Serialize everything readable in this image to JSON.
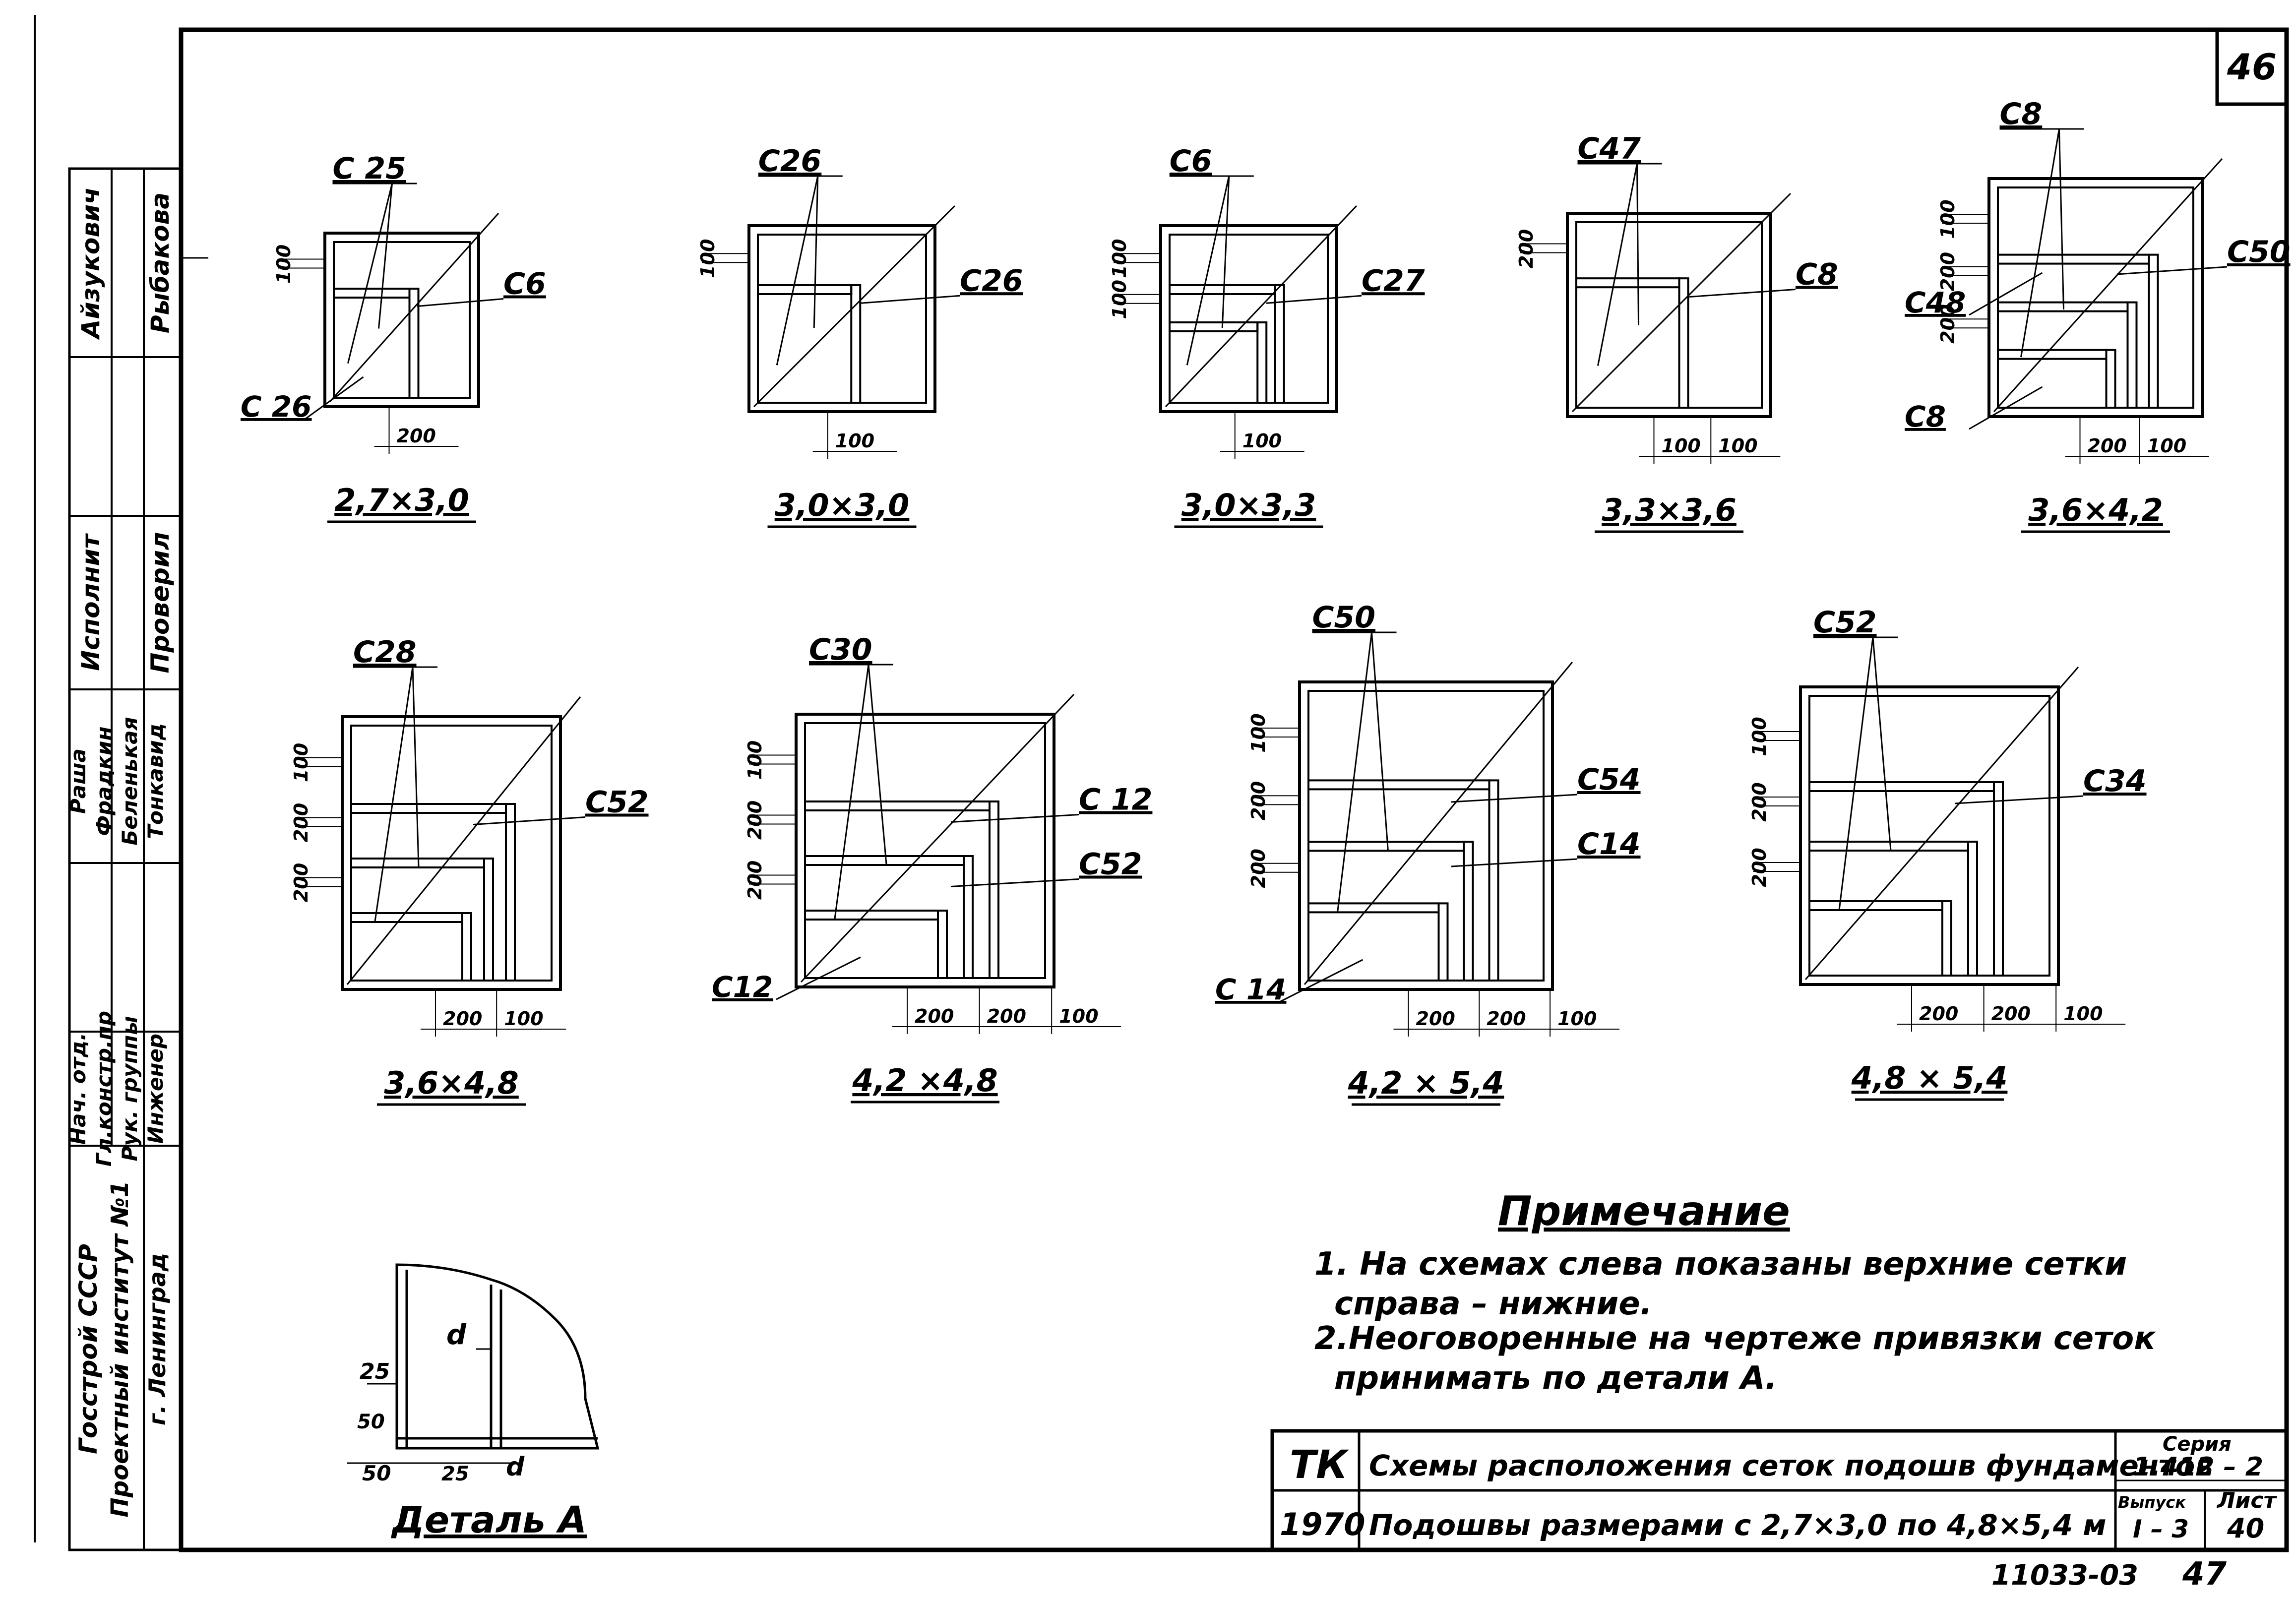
{
  "sheet_corner_number": "46",
  "footer": {
    "archive_code": "11033-03",
    "page_number": "47"
  },
  "left_stamp": {
    "org_ministry": "Госстрой СССР",
    "org_institute": "Проектный институт №1",
    "org_city": "г. Ленинград",
    "roles": [
      "Нач. отд.",
      "Гл.констр.пр",
      "Рук. группы",
      "Инженер"
    ],
    "names": [
      "Раша",
      "Фрадкин",
      "Беленькая",
      "Тонкавид"
    ],
    "performed_label": "Исполнит",
    "performed_name": "Айзукович",
    "checked_label": "Проверил",
    "checked_name": "Рыбакова"
  },
  "schemes": [
    {
      "size": "2,7×3,0",
      "top_labels": [
        "С 25"
      ],
      "right_labels": [
        "С6"
      ],
      "left_labels": [
        "С 26"
      ],
      "left_dims": [
        "100"
      ],
      "bottom_dims": [
        "200"
      ]
    },
    {
      "size": "3,0×3,0",
      "top_labels": [
        "С26"
      ],
      "right_labels": [
        "С26"
      ],
      "left_labels": [],
      "left_dims": [
        "100"
      ],
      "bottom_dims": [
        "100"
      ]
    },
    {
      "size": "3,0×3,3",
      "top_labels": [
        "С6"
      ],
      "right_labels": [
        "С27"
      ],
      "left_labels": [],
      "left_dims": [
        "100",
        "100"
      ],
      "bottom_dims": [
        "100"
      ]
    },
    {
      "size": "3,3×3,6",
      "top_labels": [
        "С47"
      ],
      "right_labels": [
        "С8"
      ],
      "left_labels": [],
      "left_dims": [
        "200"
      ],
      "bottom_dims": [
        "100",
        "100"
      ]
    },
    {
      "size": "3,6×4,2",
      "top_labels": [
        "С8"
      ],
      "right_labels": [
        "С50"
      ],
      "left_labels": [
        "С48",
        "С8"
      ],
      "left_dims": [
        "100",
        "200",
        "200"
      ],
      "bottom_dims": [
        "200",
        "100"
      ]
    },
    {
      "size": "3,6×4,8",
      "top_labels": [
        "С28"
      ],
      "right_labels": [
        "С52"
      ],
      "left_labels": [],
      "left_dims": [
        "100",
        "200",
        "200"
      ],
      "bottom_dims": [
        "200",
        "100"
      ]
    },
    {
      "size": "4,2 ×4,8",
      "top_labels": [
        "С30"
      ],
      "right_labels": [
        "С 12",
        "С52"
      ],
      "left_labels": [
        "С12"
      ],
      "left_dims": [
        "100",
        "200",
        "200"
      ],
      "bottom_dims": [
        "200",
        "200",
        "100"
      ]
    },
    {
      "size": "4,2 × 5,4",
      "top_labels": [
        "С50"
      ],
      "right_labels": [
        "С54",
        "С14"
      ],
      "left_labels": [
        "С 14"
      ],
      "left_dims": [
        "100",
        "200",
        "200"
      ],
      "bottom_dims": [
        "200",
        "200",
        "100"
      ]
    },
    {
      "size": "4,8 × 5,4",
      "top_labels": [
        "С52"
      ],
      "right_labels": [
        "С34"
      ],
      "left_labels": [],
      "left_dims": [
        "100",
        "200",
        "200"
      ],
      "bottom_dims": [
        "200",
        "200",
        "100"
      ]
    }
  ],
  "detail": {
    "title": "Деталь А",
    "labels": {
      "d_top": "d",
      "d_bottom": "d",
      "dim_25": "25",
      "dim_50_left": "50",
      "dim_50_bottom": "50",
      "dim_25_bottom": "25"
    }
  },
  "note": {
    "title": "Примечание",
    "lines": [
      "1. На схемах слева показаны верхние сетки",
      "справа – нижние.",
      "2.Неоговоренные на чертеже привязки сеток",
      "принимать по детали А."
    ]
  },
  "title_block": {
    "tk": "ТК",
    "year": "1970",
    "title_line1": "Схемы расположения сеток подошв фундаментов",
    "title_line2": "Подошвы размерами с 2,7×3,0 по 4,8×5,4 м",
    "series_label": "Серия",
    "series_value": "1.412 – 2",
    "issue_label": "Выпуск",
    "issue_value": "I – 3",
    "sheet_label": "Лист",
    "sheet_value": "40"
  }
}
